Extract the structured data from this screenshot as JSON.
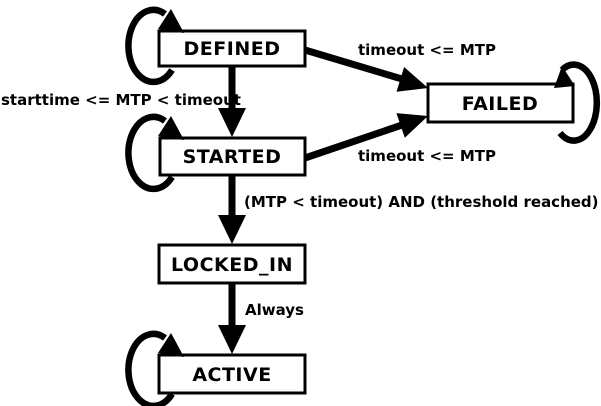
{
  "diagram": {
    "type": "state-machine",
    "colors": {
      "background": "#ffffff",
      "stroke": "#000000",
      "state_fill": "#ffffff",
      "text": "#000000"
    },
    "states": [
      {
        "id": "defined",
        "label": "DEFINED",
        "self_loop": true
      },
      {
        "id": "failed",
        "label": "FAILED",
        "self_loop": true
      },
      {
        "id": "started",
        "label": "STARTED",
        "self_loop": true
      },
      {
        "id": "locked_in",
        "label": "LOCKED_IN",
        "self_loop": false
      },
      {
        "id": "active",
        "label": "ACTIVE",
        "self_loop": true
      }
    ],
    "transitions": [
      {
        "from": "DEFINED",
        "to": "FAILED",
        "label": "timeout <= MTP"
      },
      {
        "from": "DEFINED",
        "to": "STARTED",
        "label": "starttime <= MTP < timeout"
      },
      {
        "from": "STARTED",
        "to": "FAILED",
        "label": "timeout <= MTP"
      },
      {
        "from": "STARTED",
        "to": "LOCKED_IN",
        "label": "(MTP < timeout) AND (threshold reached)"
      },
      {
        "from": "LOCKED_IN",
        "to": "ACTIVE",
        "label": "Always"
      }
    ]
  }
}
